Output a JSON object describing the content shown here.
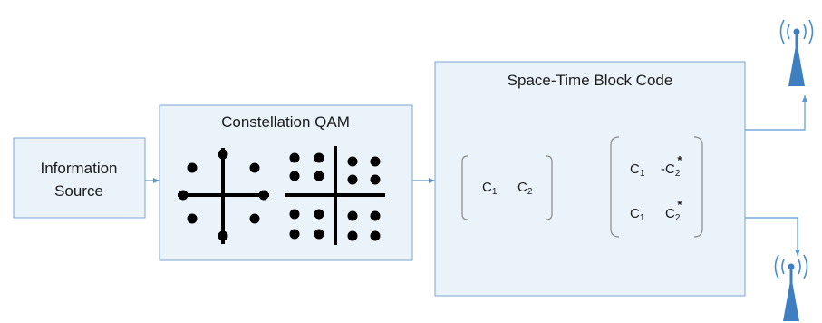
{
  "blocks": {
    "source": {
      "line1": "Information",
      "line2": "Source"
    },
    "qam": {
      "title": "Constellation QAM"
    },
    "stbc": {
      "title": "Space-Time Block Code"
    }
  },
  "matrix_left": {
    "c1": {
      "base": "C",
      "sub": "1"
    },
    "c2": {
      "base": "C",
      "sub": "2"
    }
  },
  "matrix_right": {
    "r1c1": {
      "base": "C",
      "sub": "1"
    },
    "r1c2": {
      "prefix": "-",
      "base": "C",
      "sub": "2",
      "sup": "*"
    },
    "r2c1": {
      "base": "C",
      "sub": "1"
    },
    "r2c2": {
      "base": "C",
      "sub": "2",
      "sup": "*"
    }
  },
  "icons": [
    "antenna-icon",
    "antenna-icon"
  ],
  "colors": {
    "box_fill": "#eaf2fa",
    "box_border": "#7aa6d1",
    "arrow": "#5b9bd5",
    "antenna": "#3d7fc1"
  }
}
